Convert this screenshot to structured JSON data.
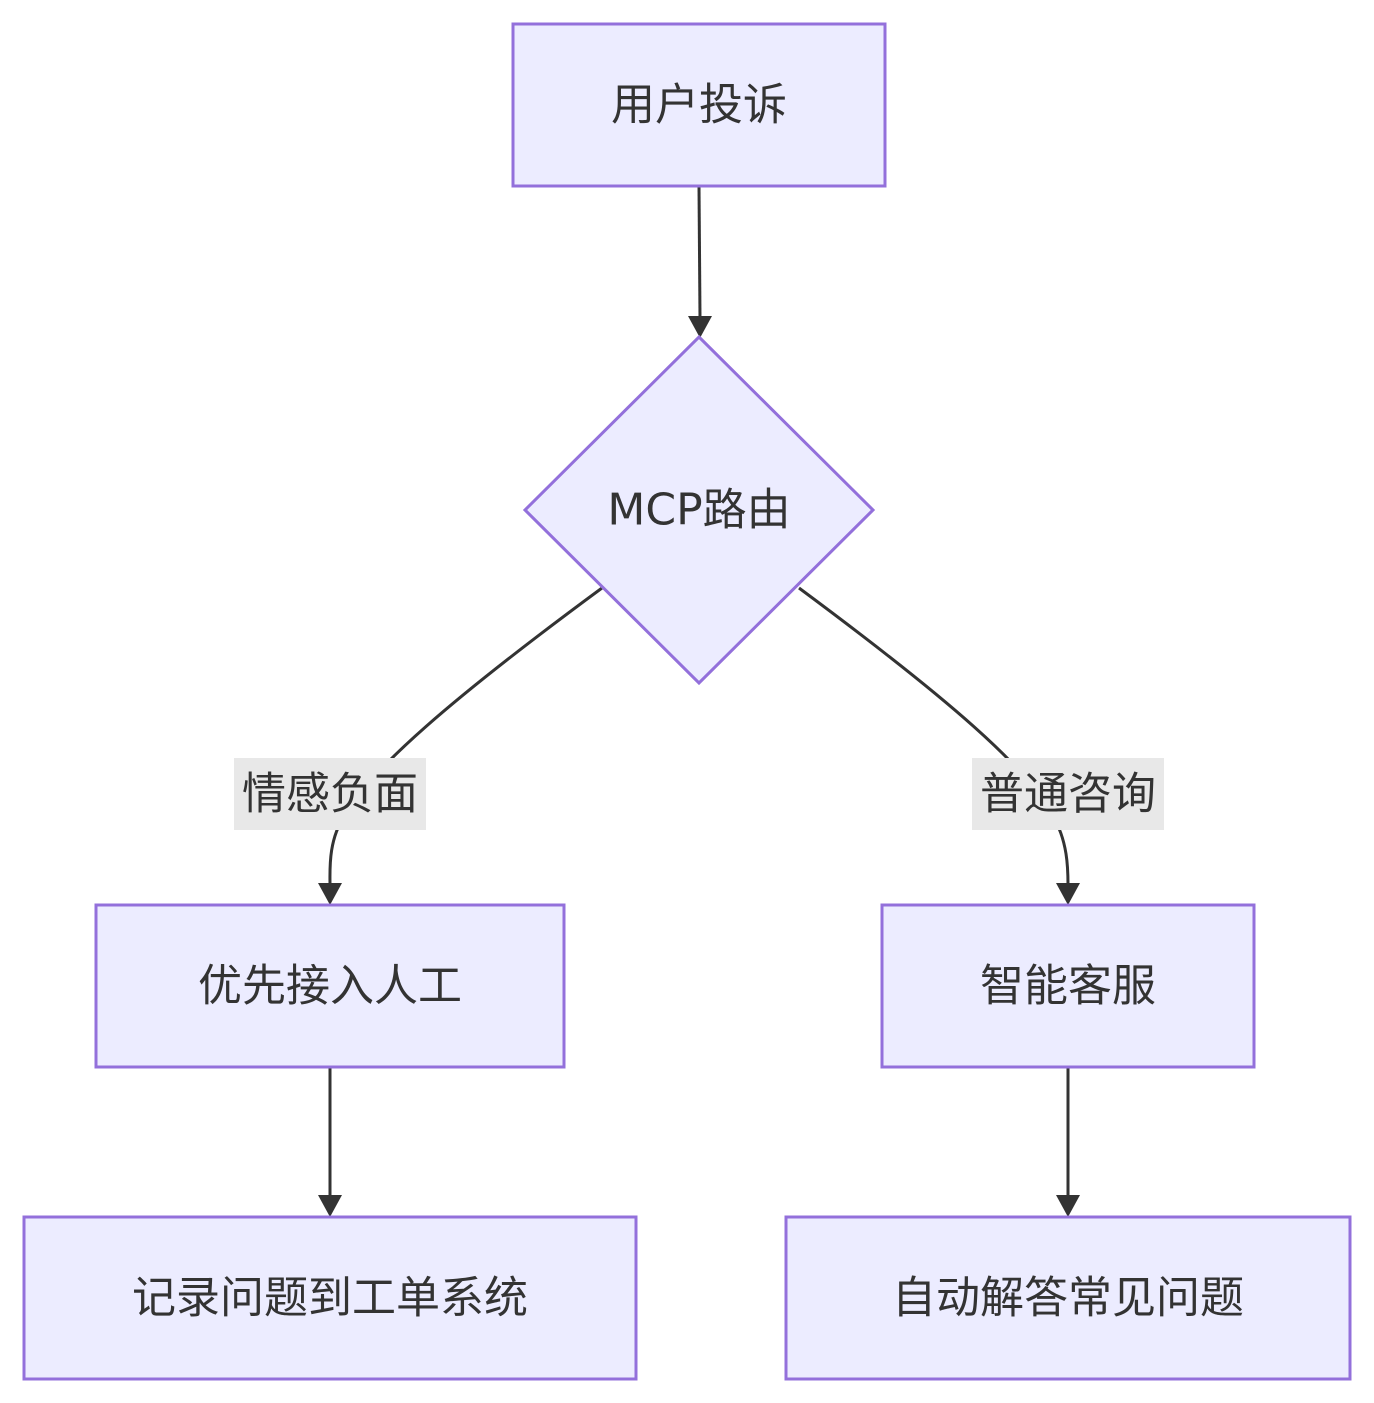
{
  "diagram": {
    "nodes": {
      "complaint": "用户投诉",
      "router": "MCP路由",
      "human": "优先接入人工",
      "bot": "智能客服",
      "ticket": "记录问题到工单系统",
      "faq": "自动解答常见问题"
    },
    "edges": {
      "negative_label": "情感负面",
      "general_label": "普通咨询"
    }
  }
}
